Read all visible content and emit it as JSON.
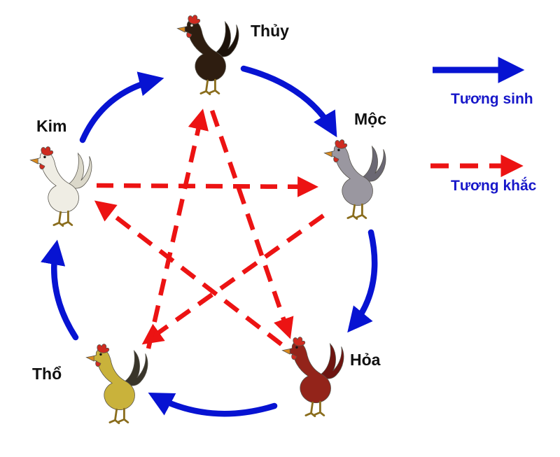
{
  "diagram": {
    "type": "cycle-diagram",
    "nodes": [
      {
        "id": "thuy",
        "label": "Thủy",
        "color": "#2e1d10",
        "tail_color": "#1c120a"
      },
      {
        "id": "moc",
        "label": "Mộc",
        "color": "#9a97a0",
        "tail_color": "#6b6873"
      },
      {
        "id": "hoa",
        "label": "Hỏa",
        "color": "#93241a",
        "tail_color": "#6e1511"
      },
      {
        "id": "tho",
        "label": "Thổ",
        "color": "#c9b23b",
        "tail_color": "#39352a"
      },
      {
        "id": "kim",
        "label": "Kim",
        "color": "#efede4",
        "tail_color": "#dbd8ca"
      }
    ],
    "legend": [
      {
        "label": "Tương sinh",
        "color": "#0713d2",
        "style": "solid"
      },
      {
        "label": "Tương khắc",
        "color": "#ec1313",
        "style": "dashed"
      }
    ],
    "cycles": {
      "tuong_sinh": [
        [
          "kim",
          "thuy"
        ],
        [
          "thuy",
          "moc"
        ],
        [
          "moc",
          "hoa"
        ],
        [
          "hoa",
          "tho"
        ],
        [
          "tho",
          "kim"
        ]
      ],
      "tuong_khac": [
        [
          "kim",
          "moc"
        ],
        [
          "moc",
          "tho"
        ],
        [
          "tho",
          "thuy"
        ],
        [
          "thuy",
          "hoa"
        ],
        [
          "hoa",
          "kim"
        ]
      ]
    },
    "accent_colors": {
      "comb": "#cf2b20",
      "beak": "#d98a1f",
      "legend_text": "#1717c9"
    }
  }
}
